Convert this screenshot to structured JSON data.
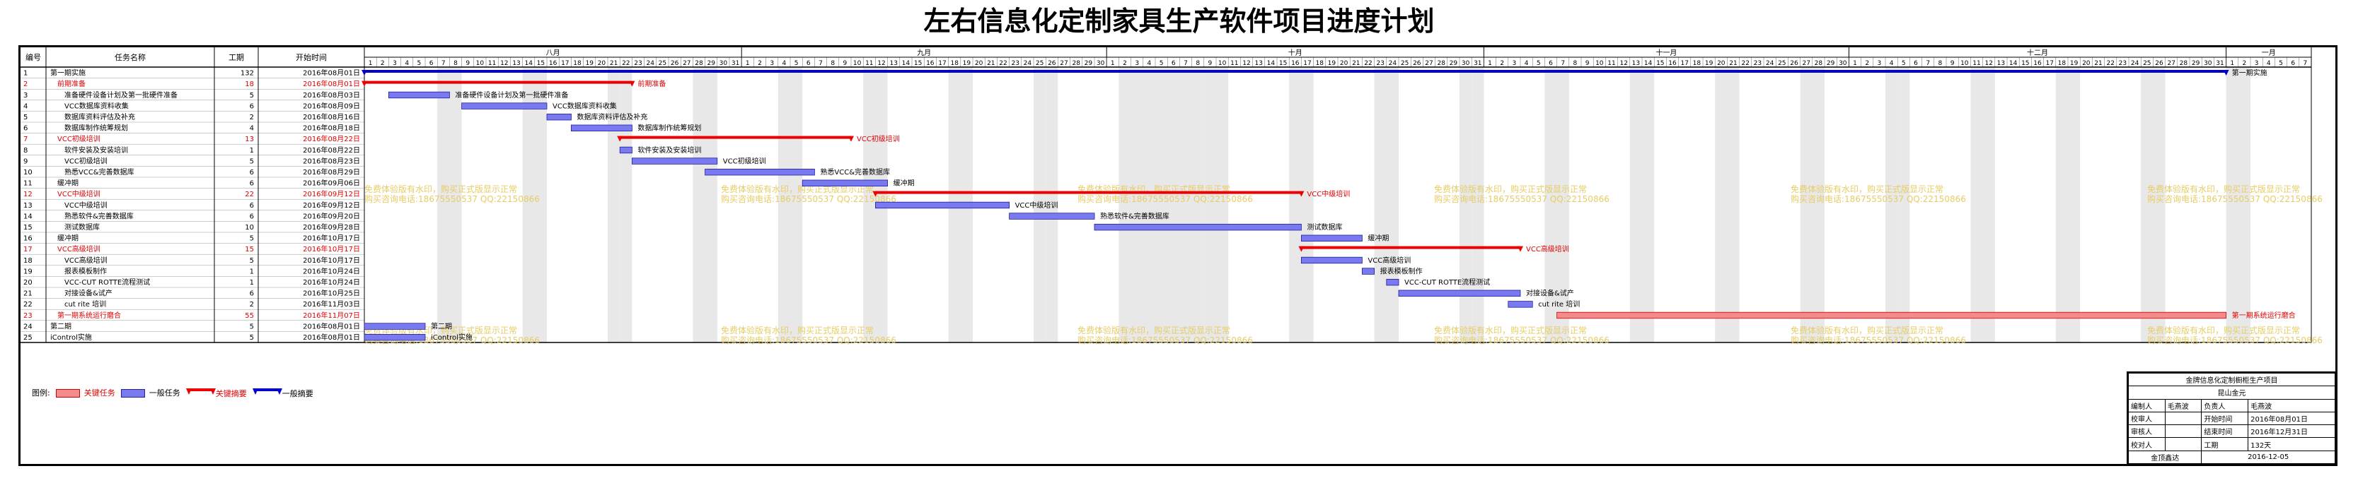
{
  "title": "左右信息化定制家具生产软件项目进度计划",
  "headers": {
    "id": "编号",
    "name": "任务名称",
    "duration": "工期",
    "start": "开始时间"
  },
  "months": [
    {
      "label": "八月",
      "days": 31
    },
    {
      "label": "九月",
      "days": 30
    },
    {
      "label": "十月",
      "days": 31
    },
    {
      "label": "十一月",
      "days": 30
    },
    {
      "label": "十二月",
      "days": 31
    },
    {
      "label": "一月",
      "days": 7
    }
  ],
  "weekend_cols": [
    6,
    7,
    13,
    14,
    20,
    21,
    27,
    28,
    34,
    35,
    41,
    42,
    48,
    49,
    55,
    56,
    62,
    63,
    69,
    70,
    76,
    77,
    83,
    84,
    90,
    91,
    97,
    98,
    104,
    105,
    111,
    112,
    118,
    119,
    125,
    126,
    132,
    133,
    139,
    140,
    146,
    147,
    153,
    154
  ],
  "holiday_ranges": [
    [
      62,
      68
    ]
  ],
  "tasks": [
    {
      "id": "1",
      "name": "第一期实施",
      "dur": "132",
      "start": "2016年08月01日",
      "type": "summary",
      "s": 0,
      "e": 153,
      "label": "第一期实施",
      "level": 0
    },
    {
      "id": "2",
      "name": "前期准备",
      "dur": "18",
      "start": "2016年08月01日",
      "type": "crit-summary",
      "s": 0,
      "e": 22,
      "label": "前期准备",
      "level": 1
    },
    {
      "id": "3",
      "name": "准备硬件设备计划及第一批硬件准备",
      "dur": "5",
      "start": "2016年08月03日",
      "type": "task",
      "s": 2,
      "e": 7,
      "label": "准备硬件设备计划及第一批硬件准备",
      "level": 2
    },
    {
      "id": "4",
      "name": "VCC数据库资料收集",
      "dur": "6",
      "start": "2016年08月09日",
      "type": "task",
      "s": 8,
      "e": 15,
      "label": "VCC数据库资料收集",
      "level": 2
    },
    {
      "id": "5",
      "name": "数据库资料评估及补充",
      "dur": "2",
      "start": "2016年08月16日",
      "type": "task",
      "s": 15,
      "e": 17,
      "label": "数据库资料评估及补充",
      "level": 2
    },
    {
      "id": "6",
      "name": "数据库制作统筹规划",
      "dur": "4",
      "start": "2016年08月18日",
      "type": "task",
      "s": 17,
      "e": 22,
      "label": "数据库制作统筹规划",
      "level": 2
    },
    {
      "id": "7",
      "name": "VCC初级培训",
      "dur": "13",
      "start": "2016年08月22日",
      "type": "crit-summary",
      "s": 21,
      "e": 40,
      "label": "VCC初级培训",
      "level": 1
    },
    {
      "id": "8",
      "name": "软件安装及安装培训",
      "dur": "1",
      "start": "2016年08月22日",
      "type": "task",
      "s": 21,
      "e": 22,
      "label": "软件安装及安装培训",
      "level": 2
    },
    {
      "id": "9",
      "name": "VCC初级培训",
      "dur": "5",
      "start": "2016年08月23日",
      "type": "task",
      "s": 22,
      "e": 29,
      "label": "VCC初级培训",
      "level": 2
    },
    {
      "id": "10",
      "name": "熟悉VCC&完善数据库",
      "dur": "6",
      "start": "2016年08月29日",
      "type": "task",
      "s": 28,
      "e": 37,
      "label": "熟悉VCC&完善数据库",
      "level": 2
    },
    {
      "id": "11",
      "name": "缓冲期",
      "dur": "6",
      "start": "2016年09月06日",
      "type": "task",
      "s": 36,
      "e": 43,
      "label": "缓冲期",
      "level": 1
    },
    {
      "id": "12",
      "name": "VCC中级培训",
      "dur": "22",
      "start": "2016年09月12日",
      "type": "crit-summary",
      "s": 42,
      "e": 77,
      "label": "VCC中级培训",
      "level": 1
    },
    {
      "id": "13",
      "name": "VCC中级培训",
      "dur": "6",
      "start": "2016年09月12日",
      "type": "task",
      "s": 42,
      "e": 53,
      "label": "VCC中级培训",
      "level": 2
    },
    {
      "id": "14",
      "name": "熟悉软件&完善数据库",
      "dur": "6",
      "start": "2016年09月20日",
      "type": "task",
      "s": 53,
      "e": 60,
      "label": "熟悉软件&完善数据库",
      "level": 2
    },
    {
      "id": "15",
      "name": "测试数据库",
      "dur": "10",
      "start": "2016年09月28日",
      "type": "task",
      "s": 60,
      "e": 77,
      "label": "测试数据库",
      "level": 2
    },
    {
      "id": "16",
      "name": "缓冲期",
      "dur": "5",
      "start": "2016年10月17日",
      "type": "task",
      "s": 77,
      "e": 82,
      "label": "缓冲期",
      "level": 1
    },
    {
      "id": "17",
      "name": "VCC高级培训",
      "dur": "15",
      "start": "2016年10月17日",
      "type": "crit-summary",
      "s": 77,
      "e": 95,
      "label": "VCC高级培训",
      "level": 1
    },
    {
      "id": "18",
      "name": "VCC高级培训",
      "dur": "5",
      "start": "2016年10月17日",
      "type": "task",
      "s": 77,
      "e": 82,
      "label": "VCC高级培训",
      "level": 2
    },
    {
      "id": "19",
      "name": "报表模板制作",
      "dur": "1",
      "start": "2016年10月24日",
      "type": "task",
      "s": 82,
      "e": 83,
      "label": "报表模板制作",
      "level": 2
    },
    {
      "id": "20",
      "name": "VCC-CUT ROTTE流程测试",
      "dur": "1",
      "start": "2016年10月24日",
      "type": "task",
      "s": 84,
      "e": 85,
      "label": "VCC-CUT ROTTE流程测试",
      "level": 2
    },
    {
      "id": "21",
      "name": "对接设备&试产",
      "dur": "6",
      "start": "2016年10月25日",
      "type": "task",
      "s": 85,
      "e": 95,
      "label": "对接设备&试产",
      "level": 2
    },
    {
      "id": "22",
      "name": "cut rite 培训",
      "dur": "2",
      "start": "2016年11月03日",
      "type": "task",
      "s": 94,
      "e": 96,
      "label": "cut rite 培训",
      "level": 2
    },
    {
      "id": "23",
      "name": "第一期系统运行磨合",
      "dur": "55",
      "start": "2016年11月07日",
      "type": "crit-task",
      "s": 98,
      "e": 153,
      "label": "第一期系统运行磨合",
      "level": 1
    },
    {
      "id": "24",
      "name": "第二期",
      "dur": "5",
      "start": "2016年08月01日",
      "type": "task",
      "s": 0,
      "e": 5,
      "label": "第二期",
      "level": 0
    },
    {
      "id": "25",
      "name": "iControl实施",
      "dur": "5",
      "start": "2016年08月01日",
      "type": "task",
      "s": 0,
      "e": 5,
      "label": "iControl实施",
      "level": 0
    }
  ],
  "watermark": {
    "line1": "免费体验版有水印，购买正式版显示正常",
    "line2": "购买咨询电话:18675550537 QQ:22150866"
  },
  "legend": {
    "prefix": "图例:",
    "items": [
      {
        "label": "关键任务",
        "kind": "crit-task"
      },
      {
        "label": "一般任务",
        "kind": "task"
      },
      {
        "label": "关键摘要",
        "kind": "crit-summary"
      },
      {
        "label": "一般摘要",
        "kind": "summary"
      }
    ]
  },
  "colors": {
    "task": "#7a7af0",
    "task_border": "#1e1ea0",
    "crit_task": "#f48a8a",
    "crit_task_border": "#d00000",
    "crit_summary": "#ee0000",
    "summary": "#0000cc",
    "weekend": "#e8e8e8",
    "crit_text": "#e00000",
    "watermark": "#e6cc66"
  },
  "infobox": {
    "project": "金牌信息化定制橱柜生产项目",
    "company": "昆山金元",
    "rows": [
      [
        "编制人",
        "毛燕波",
        "负责人",
        "毛燕波"
      ],
      [
        "校审人",
        "",
        "开始时间",
        "2016年08月01日"
      ],
      [
        "审核人",
        "",
        "结束时间",
        "2016年12月31日"
      ],
      [
        "校对人",
        "",
        "工期",
        "132天"
      ]
    ],
    "footer_left": "金顶鑫达",
    "footer_right": "2016-12-05"
  }
}
